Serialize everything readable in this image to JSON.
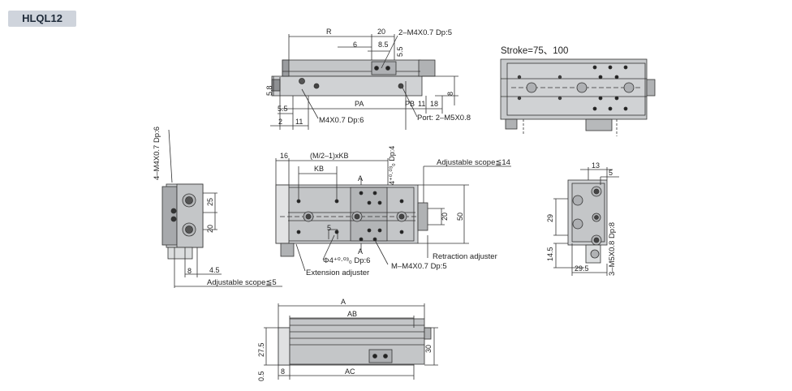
{
  "title": "HLQL12",
  "colors": {
    "body_fill": "#c4c6c8",
    "dark_fill": "#8e9093",
    "line": "#333333",
    "badge_bg": "#cfd4dc"
  },
  "top_view": {
    "R": "R",
    "d20": "20",
    "callout_m4_top": "2–M4X0.7 Dp:5",
    "d6": "6",
    "d8_5": "8.5",
    "d5_5_v": "5.5",
    "d5_8": "5.8",
    "d5_5": "5.5",
    "d2": "2",
    "d11a": "11",
    "PA": "PA",
    "PB": "PB",
    "d11b": "11",
    "d18": "18",
    "d8": "8",
    "callout_m4_bottom": "M4X0.7 Dp:6",
    "port": "Port: 2–M5X0.8"
  },
  "stroke_view": {
    "stroke": "Stroke=75、100"
  },
  "left_view": {
    "callout": "4–M4X0.7 Dp:6",
    "d25": "25",
    "d20": "20",
    "d8": "8",
    "d4_5": "4.5",
    "adj_extend": "Adjustable scope≦5"
  },
  "plan_view": {
    "d16": "16",
    "M_KB": "(M/2–1)xKB",
    "KB": "KB",
    "dp4": "4⁺⁰·⁰³₀ Dp:4",
    "adj_retract": "Adjustable scope≦14",
    "A1": "A",
    "A2": "A",
    "d5": "5",
    "d20": "20",
    "d50": "50",
    "phi4": "Φ4⁺⁰·⁰³₀ Dp:6",
    "ext_adj": "Extension adjuster",
    "m_m4": "M–M4X0.7 Dp:5",
    "retr_adj": "Retraction adjuster"
  },
  "right_view": {
    "d13": "13",
    "d5": "5",
    "d29": "29",
    "d14_5": "14.5",
    "d29_5": "29.5",
    "callout": "3–M5X0.8 Dp:8"
  },
  "front_view": {
    "A": "A",
    "AB": "AB",
    "d27_5": "27.5",
    "d30": "30",
    "d0_5": "0.5",
    "d8": "8",
    "AC": "AC"
  }
}
